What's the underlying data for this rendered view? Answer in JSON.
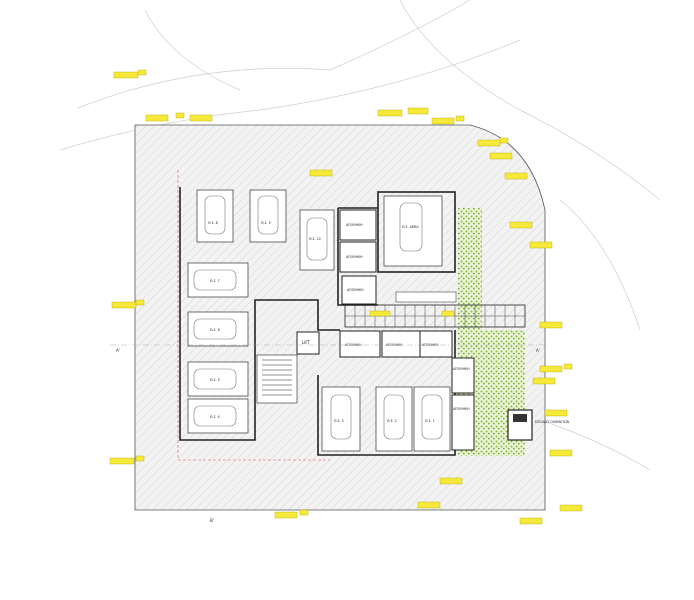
{
  "plan": {
    "storage_label": "ΑΠΟΘΗΚΗ",
    "lift_label": "LIFT",
    "accessible_spot_label": "Θ.Σ. ΑΜΕΑ",
    "vehicle_entrance_label": "ΕΙΣΟΔΟΣ ΟΧΗΜΑΤΩΝ",
    "section_a": "A'",
    "section_b": "B'",
    "parking_labels": [
      "Θ.Σ. 8",
      "Θ.Σ. 9",
      "Θ.Σ. 10",
      "Θ.Σ. 7",
      "Θ.Σ. 6",
      "Θ.Σ. 5",
      "Θ.Σ. 4",
      "Θ.Σ. 3",
      "Θ.Σ. 2",
      "Θ.Σ. 1"
    ]
  },
  "colors": {
    "tag_fill": "#f5e93a",
    "vegetation": "#8cbf3c",
    "wall": "#222222",
    "hatch": "#bdbdbd",
    "contour": "#c9c9c9",
    "limit_line": "#e05050"
  }
}
